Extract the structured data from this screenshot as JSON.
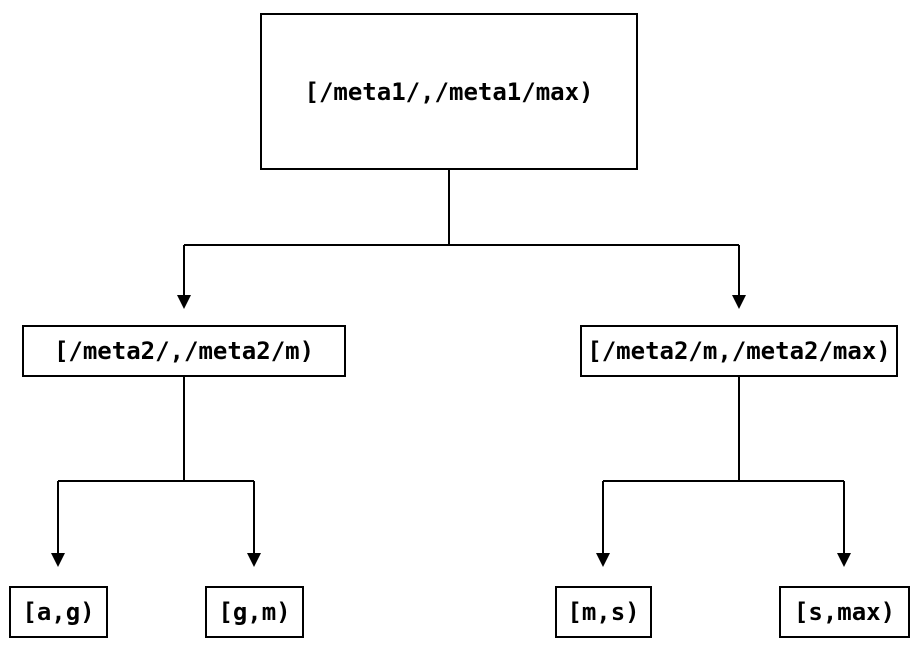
{
  "colors": {
    "background": "#ffffff",
    "box_fill": "#ffffff",
    "line": "#000000",
    "text": "#000000"
  },
  "tree": {
    "root": {
      "label": "[/meta1/,/meta1/max)"
    },
    "children": [
      {
        "label": "[/meta2/,/meta2/m)",
        "children": [
          {
            "label": "[a,g)"
          },
          {
            "label": "[g,m)"
          }
        ]
      },
      {
        "label": "[/meta2/m,/meta2/max)",
        "children": [
          {
            "label": "[m,s)"
          },
          {
            "label": "[s,max)"
          }
        ]
      }
    ]
  },
  "edges": [
    {
      "from": "[/meta1/,/meta1/max)",
      "to": "[/meta2/,/meta2/m)"
    },
    {
      "from": "[/meta1/,/meta1/max)",
      "to": "[/meta2/m,/meta2/max)"
    },
    {
      "from": "[/meta2/,/meta2/m)",
      "to": "[a,g)"
    },
    {
      "from": "[/meta2/,/meta2/m)",
      "to": "[g,m)"
    },
    {
      "from": "[/meta2/m,/meta2/max)",
      "to": "[m,s)"
    },
    {
      "from": "[/meta2/m,/meta2/max)",
      "to": "[s,max)"
    }
  ]
}
